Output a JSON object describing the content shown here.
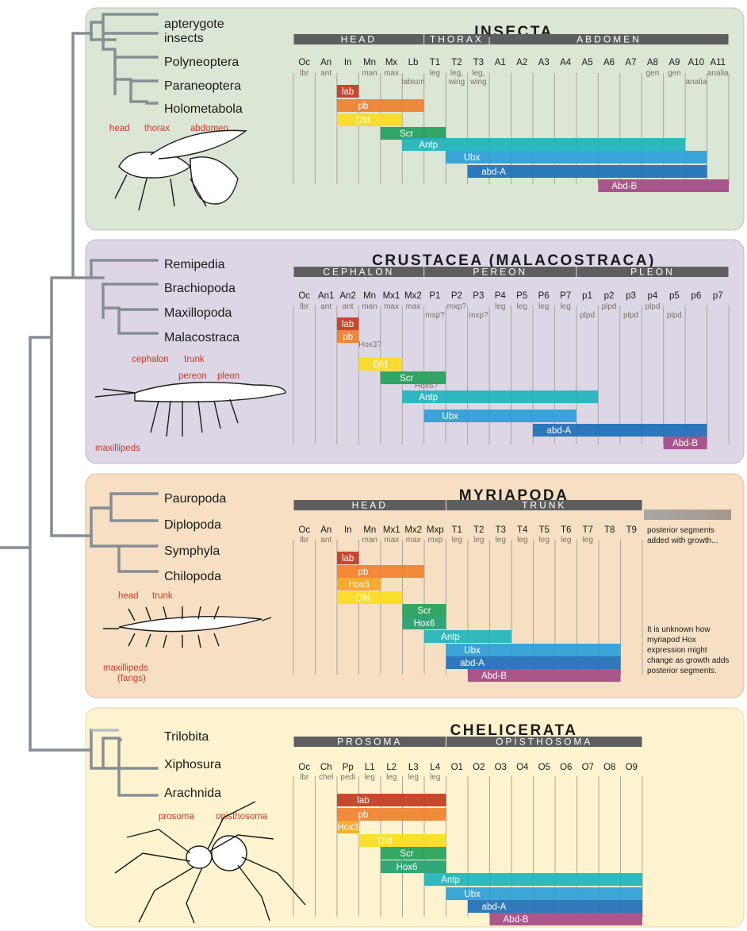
{
  "colors": {
    "insecta_bg": "#dbe6d4",
    "crustacea_bg": "#ddd6e5",
    "myriapoda_bg": "#f6dfc2",
    "chelicerata_bg": "#fdf4cf",
    "tree": "#868d94",
    "header": "#5e5e5e",
    "fn": "#7a7266",
    "anat": "#c83c28",
    "lab": "#c23a20",
    "pb": "#f0802f",
    "hox3": "#f5a623",
    "dfd": "#fbdc1f",
    "scr": "#23a05a",
    "hox6": "#20a070",
    "antp": "#1eb4bc",
    "ubx": "#2b9ed8",
    "abdA": "#1d6fb8",
    "abdB": "#a34a85"
  },
  "panels": [
    {
      "id": "insecta",
      "title": "INSECTA",
      "taxa": [
        "apterygote",
        "insects",
        "Polyneoptera",
        "Paraneoptera",
        "Holometabola"
      ],
      "anatomy": [
        "head",
        "thorax",
        "abdomen"
      ],
      "groups": [
        {
          "name": "HEAD",
          "span": [
            0,
            6
          ]
        },
        {
          "name": "THORAX",
          "span": [
            6,
            9
          ]
        },
        {
          "name": "ABDOMEN",
          "span": [
            9,
            20
          ]
        }
      ],
      "segments": [
        "Oc",
        "An",
        "In",
        "Mn",
        "Mx",
        "Lb",
        "T1",
        "T2",
        "T3",
        "A1",
        "A2",
        "A3",
        "A4",
        "A5",
        "A6",
        "A7",
        "A8",
        "A9",
        "A10",
        "A11"
      ],
      "fates": [
        [
          "lbr"
        ],
        [
          "ant"
        ],
        [],
        [
          "man"
        ],
        [
          "max"
        ],
        [
          "",
          "labium"
        ],
        [
          "leg"
        ],
        [
          "leg,",
          "wing"
        ],
        [
          "leg,",
          "wing"
        ],
        [],
        [],
        [],
        [],
        [],
        [],
        [],
        [
          "gen"
        ],
        [
          "gen"
        ],
        [
          "",
          "analia"
        ],
        [
          "analia"
        ]
      ],
      "genes": [
        {
          "label": "lab",
          "color": "lab",
          "from": 2,
          "to": 3
        },
        {
          "label": "pb",
          "color": "pb",
          "from": 2,
          "to": 6
        },
        {
          "label": "Dfd",
          "color": "dfd",
          "from": 2,
          "to": 5
        },
        {
          "label": "Scr",
          "color": "scr",
          "from": 4,
          "to": 7
        },
        {
          "label": "Antp",
          "color": "antp",
          "from": 5,
          "to": 18
        },
        {
          "label": "Ubx",
          "color": "ubx",
          "from": 7,
          "to": 19
        },
        {
          "label": "abd-A",
          "color": "abdA",
          "from": 8,
          "to": 19
        },
        {
          "label": "Abd-B",
          "color": "abdB",
          "from": 14,
          "to": 20
        }
      ],
      "notes": []
    },
    {
      "id": "crustacea",
      "title": "CRUSTACEA (MALACOSTRACA)",
      "taxa": [
        "Remipedia",
        "Brachiopoda",
        "Maxillopoda",
        "Malacostraca"
      ],
      "anatomy": [
        "cephalon",
        "trunk",
        "pereon",
        "pleon",
        "maxillipeds"
      ],
      "groups": [
        {
          "name": "CEPHALON",
          "span": [
            0,
            6
          ]
        },
        {
          "name": "PEREON",
          "span": [
            6,
            13
          ]
        },
        {
          "name": "PLEON",
          "span": [
            13,
            20
          ]
        }
      ],
      "segments": [
        "Oc",
        "An1",
        "An2",
        "Mn",
        "Mx1",
        "Mx2",
        "P1",
        "P2",
        "P3",
        "P4",
        "P5",
        "P6",
        "P7",
        "p1",
        "p2",
        "p3",
        "p4",
        "p5",
        "p6",
        "p7"
      ],
      "fates": [
        [
          "lbr"
        ],
        [
          "ant"
        ],
        [
          "ant"
        ],
        [
          "man"
        ],
        [
          "max"
        ],
        [
          "max"
        ],
        [
          "",
          "mxp?"
        ],
        [
          "mxp?"
        ],
        [
          "",
          "mxp?"
        ],
        [
          "leg"
        ],
        [
          "leg"
        ],
        [
          "leg"
        ],
        [
          "leg"
        ],
        [
          "",
          "plpd"
        ],
        [
          "plpd"
        ],
        [
          "",
          "plpd"
        ],
        [
          "plpd"
        ],
        [
          "",
          "plpd"
        ],
        [],
        []
      ],
      "genes": [
        {
          "label": "lab",
          "color": "lab",
          "from": 2,
          "to": 3
        },
        {
          "label": "pb",
          "color": "pb",
          "from": 2,
          "to": 3
        },
        {
          "label": "Dfd",
          "color": "dfd",
          "from": 3,
          "to": 5
        },
        {
          "label": "Scr",
          "color": "scr",
          "from": 4,
          "to": 7
        },
        {
          "label": "Antp",
          "color": "antp",
          "from": 5,
          "to": 14
        },
        {
          "label": "Ubx",
          "color": "ubx",
          "from": 6,
          "to": 13
        },
        {
          "label": "abd-A",
          "color": "abdA",
          "from": 11,
          "to": 19
        },
        {
          "label": "Abd-B",
          "color": "abdB",
          "from": 17,
          "to": 19
        }
      ],
      "notes": [
        "Hox3?",
        "Hox6?"
      ]
    },
    {
      "id": "myriapoda",
      "title": "MYRIAPODA",
      "taxa": [
        "Pauropoda",
        "Diplopoda",
        "Symphyla",
        "Chilopoda"
      ],
      "anatomy": [
        "head",
        "trunk",
        "maxillipeds",
        "(fangs)"
      ],
      "groups": [
        {
          "name": "HEAD",
          "span": [
            0,
            7
          ]
        },
        {
          "name": "TRUNK",
          "span": [
            7,
            16
          ]
        }
      ],
      "segments": [
        "Oc",
        "An",
        "In",
        "Mn",
        "Mx1",
        "Mx2",
        "Mxp",
        "T1",
        "T2",
        "T3",
        "T4",
        "T5",
        "T6",
        "T7",
        "T8",
        "T9"
      ],
      "fates": [
        [
          "lbr"
        ],
        [
          "ant"
        ],
        [],
        [
          "man"
        ],
        [
          "max"
        ],
        [
          "max"
        ],
        [
          "mxp"
        ],
        [
          "leg"
        ],
        [
          "leg"
        ],
        [
          "leg"
        ],
        [
          "leg"
        ],
        [
          "leg"
        ],
        [
          "leg"
        ],
        [
          "leg"
        ],
        [],
        []
      ],
      "genes": [
        {
          "label": "lab",
          "color": "lab",
          "from": 2,
          "to": 3
        },
        {
          "label": "pb",
          "color": "pb",
          "from": 2,
          "to": 6
        },
        {
          "label": "Hox3",
          "color": "hox3",
          "from": 2,
          "to": 4
        },
        {
          "label": "Dfd",
          "color": "dfd",
          "from": 2,
          "to": 5
        },
        {
          "label": "Scr",
          "color": "scr",
          "from": 5,
          "to": 7
        },
        {
          "label": "Hox6",
          "color": "hox6",
          "from": 5,
          "to": 7
        },
        {
          "label": "Antp",
          "color": "antp",
          "from": 6,
          "to": 10
        },
        {
          "label": "Ubx",
          "color": "ubx",
          "from": 7,
          "to": 15
        },
        {
          "label": "abd-A",
          "color": "abdA",
          "from": 7,
          "to": 15
        },
        {
          "label": "Abd-B",
          "color": "abdB",
          "from": 8,
          "to": 15
        }
      ],
      "notes": [
        "posterior segments",
        "added with growth...",
        "It is unknown how",
        "myriapod Hox",
        "expression might",
        "change as growth adds",
        "posterior segments."
      ]
    },
    {
      "id": "chelicerata",
      "title": "CHELICERATA",
      "taxa": [
        "Trilobita",
        "Xiphosura",
        "Arachnida"
      ],
      "anatomy": [
        "prosoma",
        "opisthosoma"
      ],
      "groups": [
        {
          "name": "PROSOMA",
          "span": [
            0,
            7
          ]
        },
        {
          "name": "OPISTHOSOMA",
          "span": [
            7,
            16
          ]
        }
      ],
      "segments": [
        "Oc",
        "Ch",
        "Pp",
        "L1",
        "L2",
        "L3",
        "L4",
        "O1",
        "O2",
        "O3",
        "O4",
        "O5",
        "O6",
        "O7",
        "O8",
        "O9"
      ],
      "fates": [
        [
          "lbr"
        ],
        [
          "chel"
        ],
        [
          "pedi"
        ],
        [
          "leg"
        ],
        [
          "leg"
        ],
        [
          "leg"
        ],
        [
          "leg"
        ],
        [],
        [],
        [],
        [],
        [],
        [],
        [],
        [],
        []
      ],
      "genes": [
        {
          "label": "lab",
          "color": "lab",
          "from": 2,
          "to": 7
        },
        {
          "label": "pb",
          "color": "pb",
          "from": 2,
          "to": 7
        },
        {
          "label": "Hox3",
          "color": "hox3",
          "from": 2,
          "to": 3
        },
        {
          "label": "Dfd",
          "color": "dfd",
          "from": 3,
          "to": 7
        },
        {
          "label": "Scr",
          "color": "scr",
          "from": 4,
          "to": 7
        },
        {
          "label": "Hox6",
          "color": "hox6",
          "from": 4,
          "to": 7
        },
        {
          "label": "Antp",
          "color": "antp",
          "from": 6,
          "to": 16
        },
        {
          "label": "Ubx",
          "color": "ubx",
          "from": 7,
          "to": 16
        },
        {
          "label": "abd-A",
          "color": "abdA",
          "from": 8,
          "to": 16
        },
        {
          "label": "Abd-B",
          "color": "abdB",
          "from": 9,
          "to": 16
        }
      ],
      "notes": []
    }
  ]
}
